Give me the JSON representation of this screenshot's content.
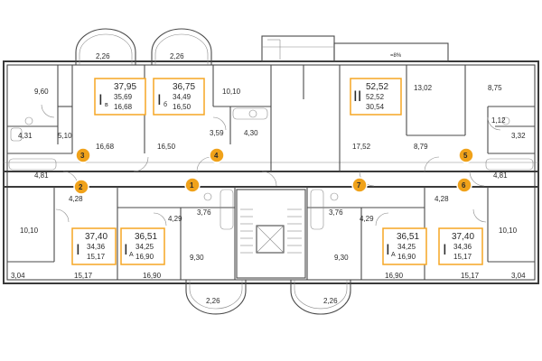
{
  "colors": {
    "accent": "#f5a623",
    "marker": "#f0a21a",
    "wall": "#4a4a4a"
  },
  "stair_label": "=8%",
  "room_areas": [
    {
      "id": "tl-bal",
      "v": "2,26"
    },
    {
      "id": "tc-bal",
      "v": "2,26"
    },
    {
      "id": "tl-room",
      "v": "9,60"
    },
    {
      "id": "tl-bath",
      "v": "4,31"
    },
    {
      "id": "tl-hall",
      "v": "5,10"
    },
    {
      "id": "tl-kit",
      "v": "16,68"
    },
    {
      "id": "tc-kit",
      "v": "16,50"
    },
    {
      "id": "tc-room",
      "v": "10,10"
    },
    {
      "id": "tc-hall",
      "v": "3,59"
    },
    {
      "id": "tc-bath",
      "v": "4,30"
    },
    {
      "id": "tr-kit",
      "v": "17,52"
    },
    {
      "id": "tr-room",
      "v": "13,02"
    },
    {
      "id": "tr-hall",
      "v": "8,79"
    },
    {
      "id": "tr-room2",
      "v": "8,75"
    },
    {
      "id": "tr-wc",
      "v": "1,12"
    },
    {
      "id": "tr-bath",
      "v": "3,32"
    },
    {
      "id": "tr-cor",
      "v": "4,81"
    },
    {
      "id": "tl-cor",
      "v": "4,81"
    },
    {
      "id": "bl-hall",
      "v": "4,28"
    },
    {
      "id": "bl-room",
      "v": "10,10"
    },
    {
      "id": "bl-bal",
      "v": "3,04"
    },
    {
      "id": "bl-kit",
      "v": "15,17"
    },
    {
      "id": "bc-hall",
      "v": "4,29"
    },
    {
      "id": "bc-bath",
      "v": "3,76"
    },
    {
      "id": "bc-kit",
      "v": "16,90"
    },
    {
      "id": "bc-room",
      "v": "9,30"
    },
    {
      "id": "bc-bal",
      "v": "2,26"
    },
    {
      "id": "br-bath",
      "v": "3,76"
    },
    {
      "id": "br-hall",
      "v": "4,29"
    },
    {
      "id": "br-room",
      "v": "9,30"
    },
    {
      "id": "br-kit",
      "v": "16,90"
    },
    {
      "id": "br-bal",
      "v": "2,26"
    },
    {
      "id": "brr-hall",
      "v": "4,28"
    },
    {
      "id": "brr-room",
      "v": "10,10"
    },
    {
      "id": "brr-kit",
      "v": "15,17"
    },
    {
      "id": "brr-bal",
      "v": "3,04"
    }
  ],
  "apartments": [
    {
      "id": "a1",
      "type": "I",
      "sub": "в",
      "total": "37,95",
      "living": "35,69",
      "kitchen": "16,68"
    },
    {
      "id": "a2",
      "type": "I",
      "sub": "б",
      "total": "36,75",
      "living": "34,49",
      "kitchen": "16,50"
    },
    {
      "id": "a3",
      "type": "II",
      "sub": "",
      "total": "52,52",
      "living": "52,52",
      "kitchen": "30,54"
    },
    {
      "id": "a4",
      "type": "I",
      "sub": "",
      "total": "37,40",
      "living": "34,36",
      "kitchen": "15,17"
    },
    {
      "id": "a5",
      "type": "I",
      "sub": "А",
      "total": "36,51",
      "living": "34,25",
      "kitchen": "16,90"
    },
    {
      "id": "a6",
      "type": "I",
      "sub": "А",
      "total": "36,51",
      "living": "34,25",
      "kitchen": "16,90"
    },
    {
      "id": "a7",
      "type": "I",
      "sub": "",
      "total": "37,40",
      "living": "34,36",
      "kitchen": "15,17"
    }
  ],
  "markers": [
    "1",
    "2",
    "3",
    "4",
    "5",
    "6",
    "7"
  ]
}
